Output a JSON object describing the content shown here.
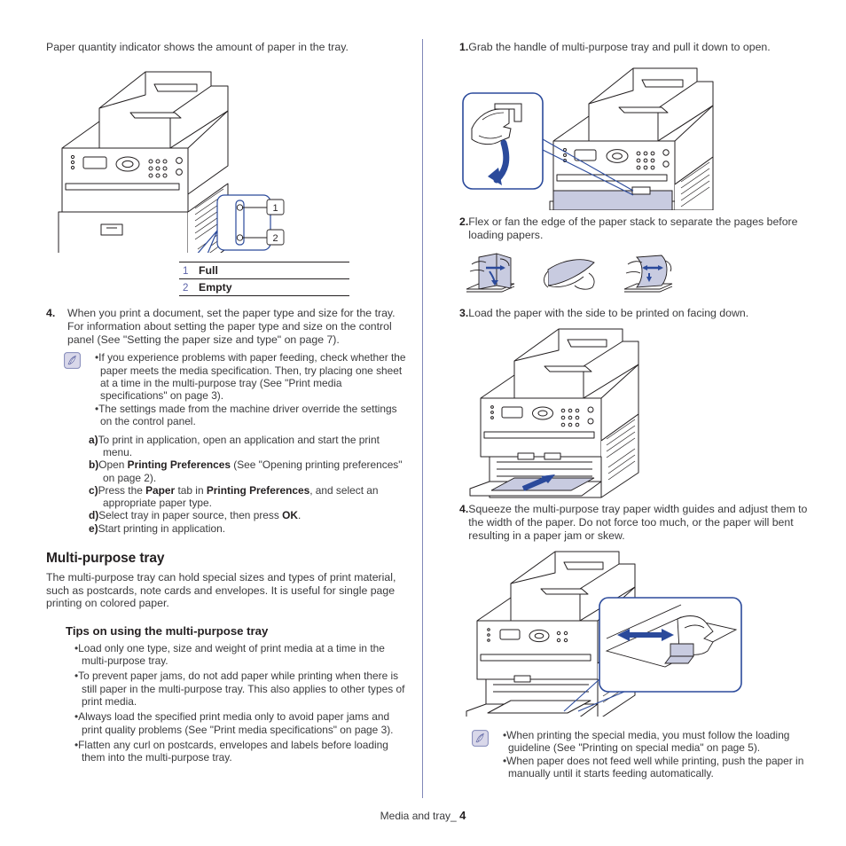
{
  "document": {
    "footer_label": "Media and tray_",
    "footer_page": "4"
  },
  "left_column": {
    "intro_caption": "Paper quantity indicator shows the amount of paper in the tray.",
    "legend": {
      "rows": [
        {
          "num": "1",
          "label": "Full"
        },
        {
          "num": "2",
          "label": "Empty"
        }
      ]
    },
    "step4": {
      "num": "4.",
      "text": "When you print a document, set the paper type and size for the tray. For information about setting the paper type and size on the control panel (See \"Setting the paper size and type\" on page 7)."
    },
    "note": {
      "icon": "note-pencil-icon",
      "items": [
        "If you experience problems with paper feeding, check whether the paper meets the media specification. Then, try placing one sheet at a time in the multi-purpose tray (See \"Print media specifications\" on page 3).",
        "The settings made from the machine driver override the settings on the control panel."
      ]
    },
    "lettered_steps": [
      {
        "letter": "a)",
        "text_before": "To print in application, open an application and start the print menu.",
        "bold": "",
        "text_after": ""
      },
      {
        "letter": "b)",
        "text_before": "Open ",
        "bold": "Printing Preferences",
        "text_after": " (See \"Opening printing preferences\" on page 2)."
      },
      {
        "letter": "c)",
        "text_before": "Press the ",
        "bold": "Paper",
        "text_mid": " tab in ",
        "bold2": "Printing Preferences",
        "text_after": ", and select an appropriate paper type."
      },
      {
        "letter": "d)",
        "text_before": "Select tray in paper source, then press ",
        "bold": "OK",
        "text_after": "."
      },
      {
        "letter": "e)",
        "text_before": "Start printing in application.",
        "bold": "",
        "text_after": ""
      }
    ],
    "section": {
      "heading": "Multi-purpose tray",
      "paragraph": "The multi-purpose tray can hold special sizes and types of print material, such as postcards, note cards and envelopes. It is useful for single page printing on colored paper.",
      "subheading": "Tips on using the multi-purpose tray",
      "tips": [
        "Load only one type, size and weight of print media at a time in the multi-purpose tray.",
        "To prevent paper jams, do not add paper while printing when there is still paper in the multi-purpose tray. This also applies to other types of print media.",
        "Always load the specified print media only to avoid paper jams and print quality problems (See \"Print media specifications\" on page 3).",
        "Flatten any curl on postcards, envelopes and labels before loading them into the multi-purpose tray."
      ]
    },
    "figure": {
      "name": "printer-paper-indicator-illustration",
      "callout_labels": [
        "1",
        "2"
      ]
    }
  },
  "right_column": {
    "steps": [
      {
        "num": "1.",
        "text": "Grab the handle of multi-purpose tray and pull it down to open."
      },
      {
        "num": "2.",
        "text": "Flex or fan the edge of the paper stack to separate the pages before loading papers."
      },
      {
        "num": "3.",
        "text": "Load the paper with the side to be printed on facing down."
      },
      {
        "num": "4.",
        "text": "Squeeze the multi-purpose tray paper width guides and adjust them to the width of the paper. Do not force too much, or the paper will bent resulting in a paper jam or skew."
      }
    ],
    "figures": [
      {
        "name": "printer-open-mp-tray-hand-illustration"
      },
      {
        "name": "fan-paper-stack-illustration"
      },
      {
        "name": "load-paper-mp-tray-illustration"
      },
      {
        "name": "squeeze-width-guides-illustration"
      }
    ],
    "note": {
      "icon": "note-pencil-icon",
      "items": [
        "When printing the special media, you must follow the loading guideline (See \"Printing on special media\" on page 5).",
        "When paper does not feed well while printing, push the paper in manually until it starts feeding automatically."
      ]
    }
  },
  "colors": {
    "accent_blue": "#2b4a9b",
    "divider": "#8187b8",
    "note_icon_fill": "#d9d8ea",
    "note_icon_stroke": "#8187b8",
    "legend_num": "#5b62a8",
    "body_text": "#3a3a3c",
    "paper_fill": "#c8cbe0"
  }
}
